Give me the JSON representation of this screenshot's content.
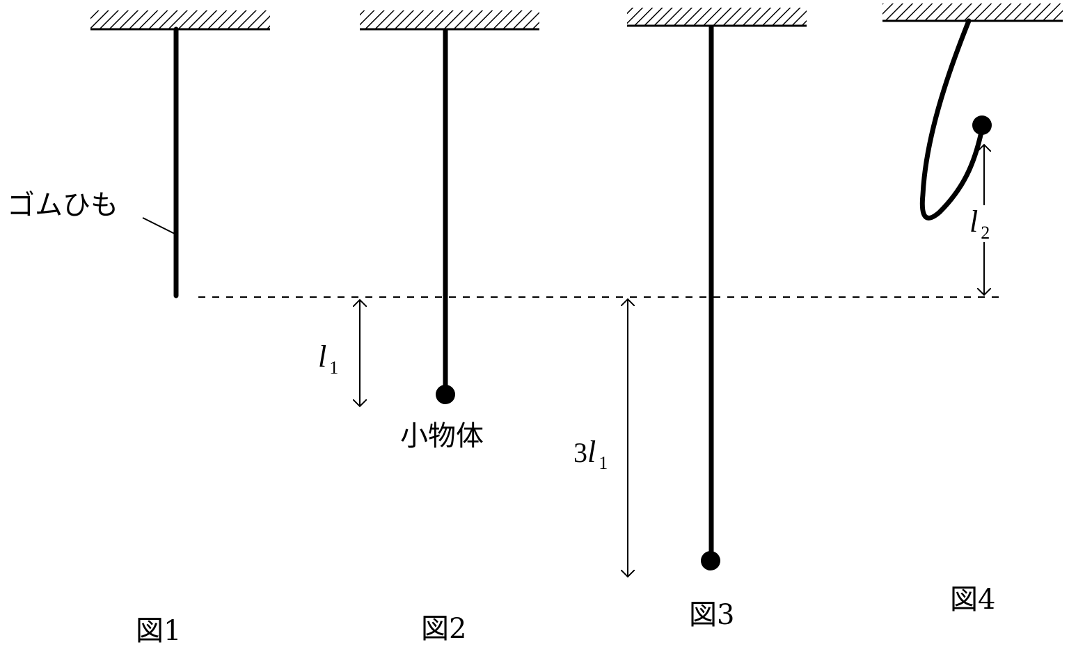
{
  "labels": {
    "rubber_band": "ゴムひも",
    "small_object": "小物体",
    "fig1": "図1",
    "fig2": "図2",
    "fig3": "図3",
    "fig4": "図4"
  },
  "dimensions": {
    "l1": {
      "symbol": "l",
      "sub": "1"
    },
    "three_l1": {
      "coef": "3",
      "symbol": "l",
      "sub": "1"
    },
    "l2": {
      "symbol": "l",
      "sub": "2"
    }
  },
  "colors": {
    "ink": "#000000",
    "background": "#ffffff"
  }
}
